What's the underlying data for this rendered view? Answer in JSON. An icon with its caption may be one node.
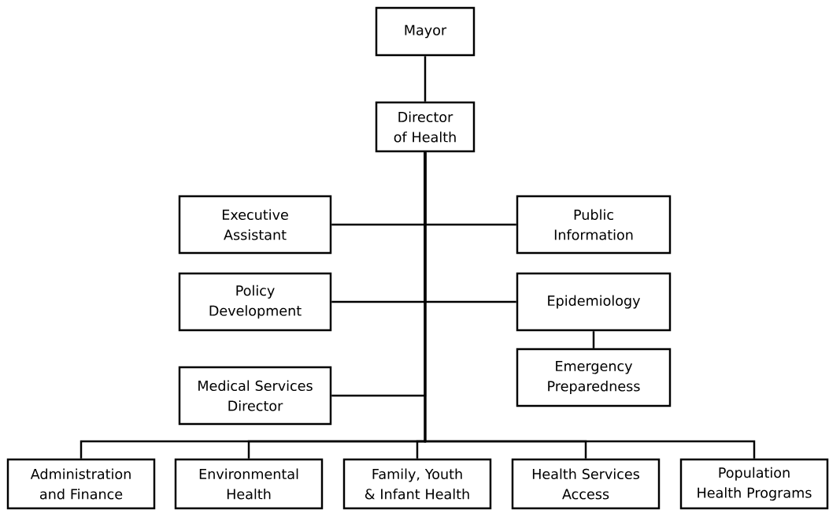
{
  "diagram": {
    "nodes": [
      {
        "text": [
          "Mayor"
        ]
      },
      {
        "text": [
          "Director of Health"
        ]
      },
      {
        "text": [
          "Executive Assistant"
        ]
      },
      {
        "text": [
          "Public Information"
        ]
      },
      {
        "text": [
          "Policy Development"
        ]
      },
      {
        "text": [
          "Epidemiology"
        ]
      },
      {
        "text": [
          "Emergency Preparedness"
        ]
      },
      {
        "text": [
          "Medical Services Director"
        ]
      },
      {
        "text": [
          "Administration and Finance"
        ]
      },
      {
        "text": [
          "Environmental Health"
        ]
      },
      {
        "text": [
          "Family, Youth & Infant Health"
        ]
      },
      {
        "text": [
          "Health Services Access"
        ]
      },
      {
        "text": [
          "Population Health Programs"
        ]
      }
    ],
    "edges": [
      {
        "from": 0,
        "to": 1,
        "arrow": "none"
      },
      {
        "from": 1,
        "to": 2,
        "arrow": "none"
      },
      {
        "from": 1,
        "to": 3,
        "arrow": "none"
      },
      {
        "from": 1,
        "to": 4,
        "arrow": "none"
      },
      {
        "from": 1,
        "to": 5,
        "arrow": "none"
      },
      {
        "from": 5,
        "to": 6,
        "arrow": "none"
      },
      {
        "from": 1,
        "to": 7,
        "arrow": "none"
      },
      {
        "from": 1,
        "to": 8,
        "arrow": "none"
      },
      {
        "from": 1,
        "to": 9,
        "arrow": "none"
      },
      {
        "from": 1,
        "to": 10,
        "arrow": "none"
      },
      {
        "from": 1,
        "to": 11,
        "arrow": "none"
      },
      {
        "from": 1,
        "to": 12,
        "arrow": "none"
      }
    ]
  }
}
